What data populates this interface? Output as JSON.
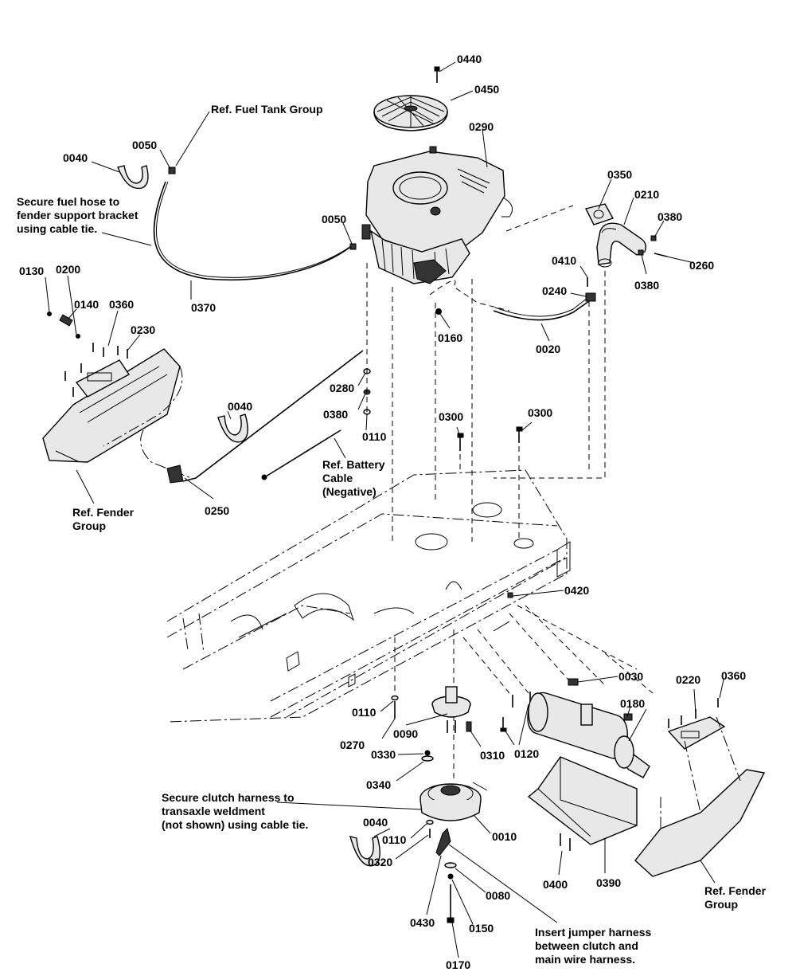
{
  "labels": {
    "p0440": "0440",
    "p0450": "0450",
    "p0290": "0290",
    "p0040a": "0040",
    "p0050a": "0050",
    "p0050b": "0050",
    "p0350": "0350",
    "p0210": "0210",
    "p0380a": "0380",
    "p0260": "0260",
    "p0380b": "0380",
    "p0130": "0130",
    "p0200": "0200",
    "p0140": "0140",
    "p0360a": "0360",
    "p0230": "0230",
    "p0370": "0370",
    "p0410": "0410",
    "p0240": "0240",
    "p0160": "0160",
    "p0020": "0020",
    "p0280": "0280",
    "p0380c": "0380",
    "p0110a": "0110",
    "p0040b": "0040",
    "p0300a": "0300",
    "p0300b": "0300",
    "p0250": "0250",
    "p0420": "0420",
    "p0030": "0030",
    "p0220": "0220",
    "p0360b": "0360",
    "p0180": "0180",
    "p0110b": "0110",
    "p0270": "0270",
    "p0090": "0090",
    "p0310": "0310",
    "p0120": "0120",
    "p0330": "0330",
    "p0340": "0340",
    "p0040c": "0040",
    "p0110c": "0110",
    "p0010": "0010",
    "p0320": "0320",
    "p0400": "0400",
    "p0390": "0390",
    "p0080": "0080",
    "p0430": "0430",
    "p0150": "0150",
    "p0170": "0170"
  },
  "notes": {
    "fuel_tank": [
      "Ref. Fuel Tank Group"
    ],
    "fuel_hose": [
      "Secure fuel hose to",
      "fender support bracket",
      "using cable tie."
    ],
    "fender_left": [
      "Ref. Fender",
      "Group"
    ],
    "battery": [
      "Ref. Battery",
      "Cable",
      "(Negative)"
    ],
    "clutch_harness": [
      "Secure clutch harness to",
      "transaxle weldment",
      "(not shown) using cable tie."
    ],
    "fender_right": [
      "Ref. Fender",
      "Group"
    ],
    "jumper": [
      "Insert jumper harness",
      "between clutch and",
      "main wire harness."
    ]
  }
}
